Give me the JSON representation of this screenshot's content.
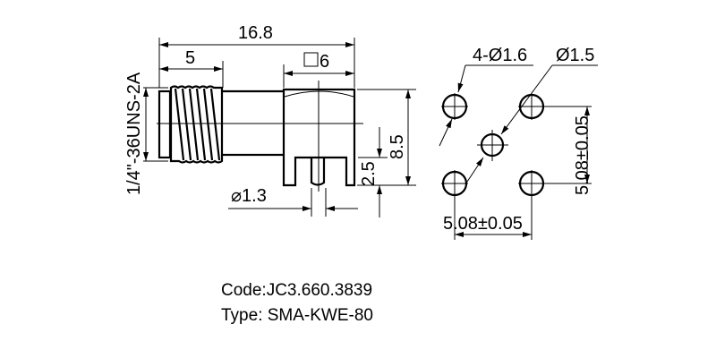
{
  "drawing": {
    "side_view": {
      "overall_length": "16.8",
      "thread_length": "5",
      "body_square": "6",
      "thread_spec": "1/4\"-36UNS-2A",
      "height": "8.5",
      "leg_height": "2.5",
      "pin_diameter": "1.3"
    },
    "footprint": {
      "outer_holes": "4-Ø1.6",
      "center_hole": "Ø1.5",
      "vertical_pitch": "5.08±0.05",
      "horizontal_pitch": "5.08±0.05"
    }
  },
  "caption": {
    "code": "Code:JC3.660.3839",
    "type": "Type: SMA-KWE-80"
  }
}
